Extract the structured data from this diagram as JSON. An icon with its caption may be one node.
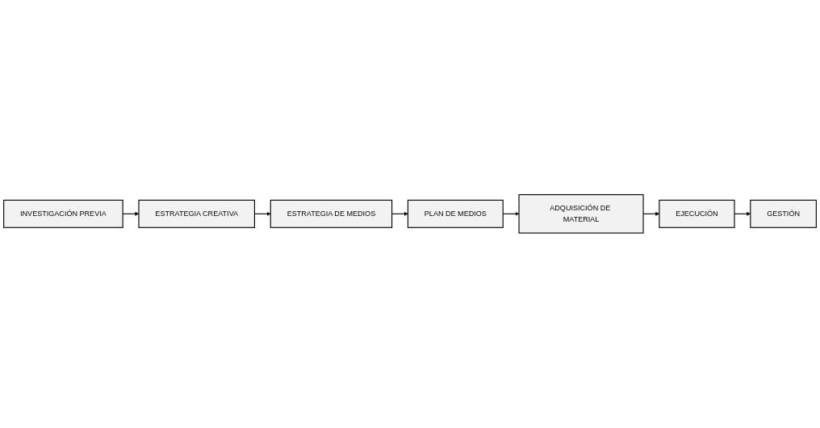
{
  "diagram": {
    "nodes": [
      {
        "text": [
          "INVESTIGACIÓN PREVIA"
        ]
      },
      {
        "text": [
          "ESTRATEGIA CREATIVA"
        ]
      },
      {
        "text": [
          "ESTRATEGIA DE MEDIOS"
        ]
      },
      {
        "text": [
          "EJECUCIÓN"
        ]
      },
      {
        "text": [
          "ADQUISICIÓN DE MATERIAL"
        ]
      },
      {
        "text": [
          "PLAN DE MEDIOS"
        ]
      },
      {
        "text": [
          "GESTIÓN"
        ]
      }
    ],
    "edges": [
      {
        "from": 0,
        "to": 1,
        "arrow": "to"
      },
      {
        "from": 1,
        "to": 2,
        "arrow": "to"
      },
      {
        "from": 2,
        "to": 5,
        "arrow": "to"
      },
      {
        "from": 5,
        "to": 4,
        "arrow": "to"
      },
      {
        "from": 4,
        "to": 3,
        "arrow": "to"
      },
      {
        "from": 3,
        "to": 6,
        "arrow": "to"
      }
    ]
  }
}
